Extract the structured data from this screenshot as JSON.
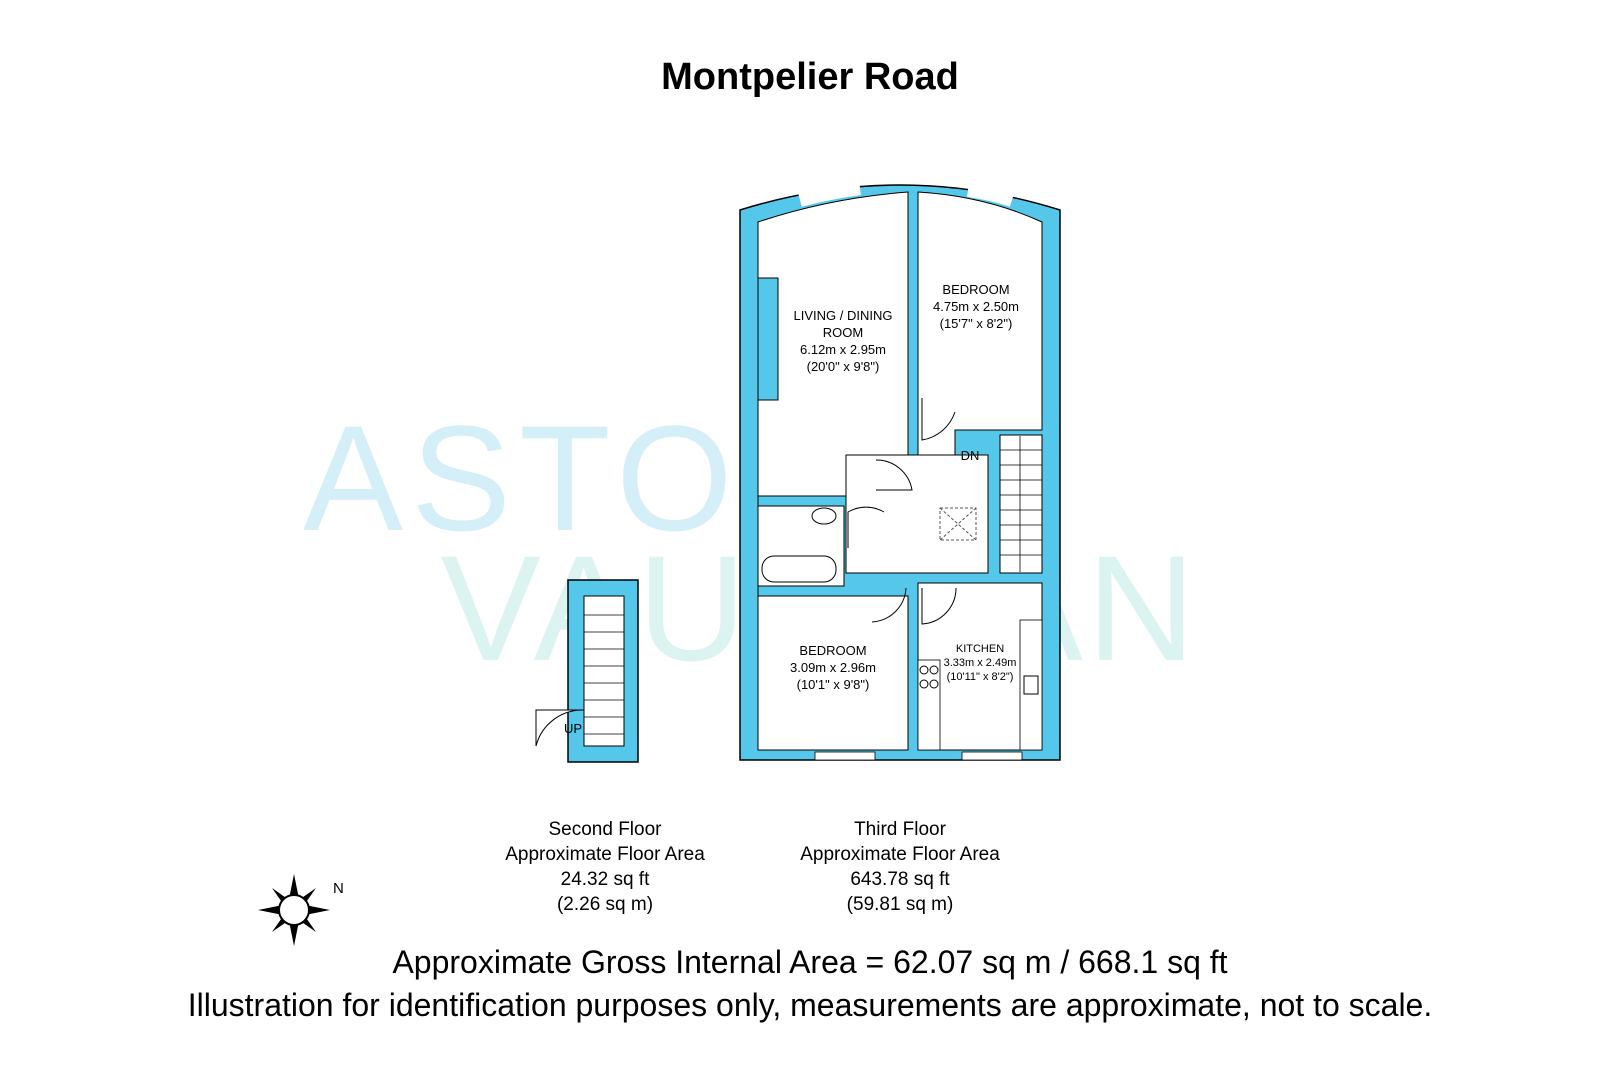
{
  "title": "Montpelier Road",
  "watermark": {
    "line1": "ASTON",
    "line2": "VAUGHAN",
    "color": "#4fc3e0"
  },
  "colors": {
    "wall": "#55c7ea",
    "window": "#ffffff",
    "ink": "#000000"
  },
  "rooms": {
    "living": {
      "name1": "LIVING / DINING",
      "name2": "ROOM",
      "metric": "6.12m x 2.95m",
      "imperial": "(20'0\" x 9'8\")"
    },
    "bedroom1": {
      "name": "BEDROOM",
      "metric": "4.75m x 2.50m",
      "imperial": "(15'7\" x 8'2\")"
    },
    "bedroom2": {
      "name": "BEDROOM",
      "metric": "3.09m x 2.96m",
      "imperial": "(10'1\" x 9'8\")"
    },
    "kitchen": {
      "name": "KITCHEN",
      "metric": "3.33m x 2.49m",
      "imperial": "(10'11\" x 8'2\")"
    }
  },
  "stairs": {
    "down": "DN",
    "up": "UP"
  },
  "floors": {
    "second": {
      "name": "Second Floor",
      "label": "Approximate Floor Area",
      "sqft": "24.32 sq ft",
      "sqm": "(2.26 sq m)"
    },
    "third": {
      "name": "Third Floor",
      "label": "Approximate Floor Area",
      "sqft": "643.78 sq ft",
      "sqm": "(59.81 sq m)"
    }
  },
  "compass": {
    "north": "N"
  },
  "gross_area": "Approximate Gross Internal Area = 62.07 sq m / 668.1 sq ft",
  "disclaimer": "Illustration for identification purposes only, measurements are approximate, not to scale."
}
